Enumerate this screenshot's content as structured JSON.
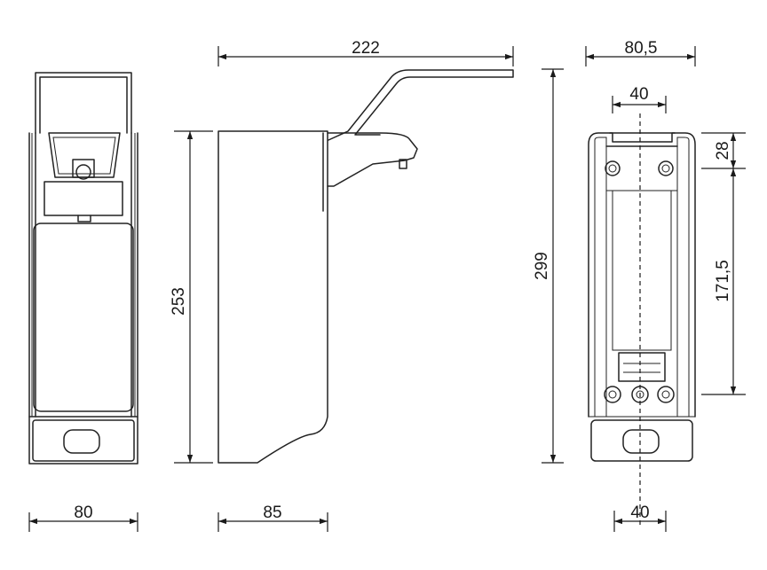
{
  "dimensions": {
    "front_width": "80",
    "side_height": "253",
    "side_depth": "85",
    "arm_length": "222",
    "back_width": "80,5",
    "back_top_spacing": "40",
    "back_height": "299",
    "back_top_offset": "28",
    "back_hole_spacing": "171,5",
    "back_bottom_spacing": "40"
  },
  "colors": {
    "line": "#222222",
    "background": "#ffffff"
  }
}
